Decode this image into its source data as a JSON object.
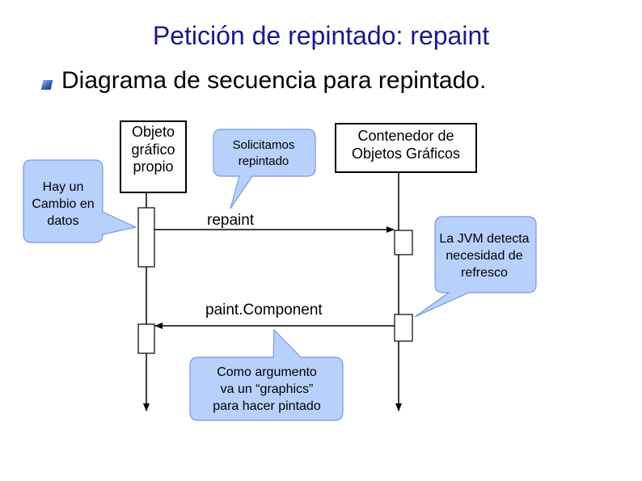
{
  "slide": {
    "title": "Petición de repintado: repaint",
    "bullet": "Diagrama de secuencia para repintado."
  },
  "diagram": {
    "objects": [
      {
        "id": "obj1",
        "lines": [
          "Objeto",
          "gráfico",
          "propio"
        ]
      },
      {
        "id": "obj2",
        "lines": [
          "Contenedor de",
          "Objetos Gráficos"
        ]
      }
    ],
    "messages": [
      {
        "label": "repaint",
        "from": "obj1",
        "to": "obj2"
      },
      {
        "label": "paint.Component",
        "from": "obj2",
        "to": "obj1"
      }
    ],
    "callouts": {
      "cambio": [
        "Hay un",
        "Cambio en",
        "datos"
      ],
      "solicit": [
        "Solicitamos",
        "repintado"
      ],
      "jvm": [
        "La JVM detecta",
        "necesidad de",
        "refresco"
      ],
      "graphics": [
        "Como argumento",
        "va un “graphics”",
        "para hacer pintado"
      ]
    }
  },
  "colors": {
    "title": "#1a1a8a",
    "callout_fill": "#b8d0fc",
    "callout_stroke": "#7a9ad8",
    "line": "#000000"
  }
}
